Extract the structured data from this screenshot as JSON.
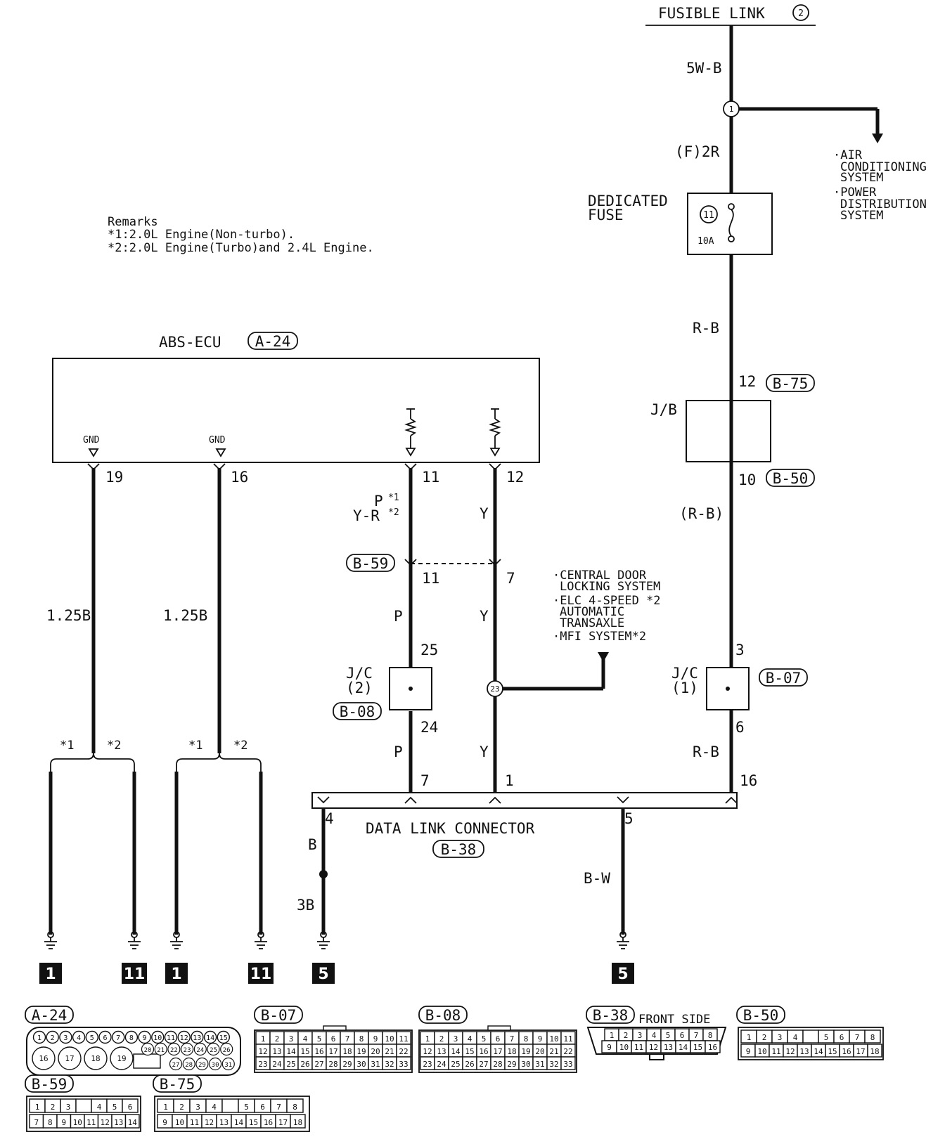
{
  "top": {
    "fusible_link": "FUSIBLE LINK",
    "fusible_link_num": "2"
  },
  "remarks": {
    "title": "Remarks",
    "line1": "*1:2.0L Engine(Non-turbo).",
    "line2": "*2:2.0L Engine(Turbo)and 2.4L Engine."
  },
  "ecu": {
    "name": "ABS-ECU",
    "connector": "A-24",
    "gnd": "GND"
  },
  "pins": {
    "p19": "19",
    "p16": "16",
    "p11": "11",
    "p12": "12",
    "b59_11": "11",
    "b59_7": "7",
    "jc2_25": "25",
    "jc2_24": "24",
    "dlc_7": "7",
    "dlc_1": "1",
    "dlc_4": "4",
    "dlc_5": "5",
    "dlc_16": "16",
    "jb_12": "12",
    "jb_10": "10",
    "jc1_3": "3",
    "jc1_6": "6",
    "splice_1": "1",
    "splice_23": "23"
  },
  "wires": {
    "w5wb": "5W-B",
    "f2r": "(F)2R",
    "rb1": "R-B",
    "rb2": "(R-B)",
    "rb3": "R-B",
    "g1": "1.25B",
    "g2": "1.25B",
    "p1": "P",
    "p_star1": "*1",
    "yr": "Y-R",
    "yr_star2": "*2",
    "y1": "Y",
    "p2": "P",
    "y2": "Y",
    "p3": "P",
    "y3": "Y",
    "b": "B",
    "b3": "3B",
    "bw": "B-W"
  },
  "fuse": {
    "label1": "DEDICATED",
    "label2": "FUSE",
    "num": "11",
    "amp": "10A"
  },
  "branch_fusible": {
    "l1": "·AIR",
    "l2": "CONDITIONING",
    "l3": "SYSTEM",
    "l4": "·POWER",
    "l5": "DISTRIBUTION",
    "l6": "SYSTEM"
  },
  "branch_splice": {
    "l1": "·CENTRAL DOOR",
    "l2": "LOCKING SYSTEM",
    "l3": "·ELC 4-SPEED *2",
    "l4": "AUTOMATIC",
    "l5": "TRANSAXLE",
    "l6": "·MFI SYSTEM*2"
  },
  "blocks": {
    "jb": "J/B",
    "jb_conn_top": "B-75",
    "jb_conn_bot": "B-50",
    "jc2_l1": "J/C",
    "jc2_l2": "(2)",
    "jc2_conn": "B-08",
    "jc1_l1": "J/C",
    "jc1_l2": "(1)",
    "jc1_conn": "B-07",
    "b59": "B-59",
    "dlc": "DATA LINK CONNECTOR",
    "dlc_conn": "B-38"
  },
  "grounds": {
    "star1": "*1",
    "star2": "*2",
    "g1": "1",
    "g2": "11",
    "g3": "1",
    "g4": "11",
    "g5": "5",
    "g6": "5"
  },
  "connectors": {
    "a24": "A-24",
    "b07": "B-07",
    "b08": "B-08",
    "b38": "B-38",
    "b38_side": "FRONT SIDE",
    "b50": "B-50",
    "b59": "B-59",
    "b75": "B-75",
    "a24_row1": [
      "1",
      "2",
      "3",
      "4",
      "5",
      "6",
      "7",
      "8",
      "9",
      "10",
      "11",
      "12",
      "13",
      "14",
      "15"
    ],
    "a24_row2": [
      "16",
      "17",
      "18",
      "19"
    ],
    "a24_row2b": [
      "20",
      "21",
      "22",
      "23",
      "24",
      "25",
      "26"
    ],
    "a24_row3": [
      "27",
      "28",
      "29",
      "30",
      "31"
    ],
    "b0708_row1": [
      "1",
      "2",
      "3",
      "4",
      "5",
      "6",
      "7",
      "8",
      "9",
      "10",
      "11"
    ],
    "b0708_row2": [
      "12",
      "13",
      "14",
      "15",
      "16",
      "17",
      "18",
      "19",
      "20",
      "21",
      "22"
    ],
    "b0708_row3": [
      "23",
      "24",
      "25",
      "26",
      "27",
      "28",
      "29",
      "30",
      "31",
      "32",
      "33"
    ],
    "b38_row1": [
      "1",
      "2",
      "3",
      "4",
      "5",
      "6",
      "7",
      "8"
    ],
    "b38_row2": [
      "9",
      "10",
      "11",
      "12",
      "13",
      "14",
      "15",
      "16"
    ],
    "b50_row1": [
      "1",
      "2",
      "3",
      "4",
      "",
      "5",
      "6",
      "7",
      "8"
    ],
    "b50_row2": [
      "9",
      "10",
      "11",
      "12",
      "13",
      "14",
      "15",
      "16",
      "17",
      "18"
    ],
    "b59_row1": [
      "1",
      "2",
      "3",
      "",
      "4",
      "5",
      "6"
    ],
    "b59_row2": [
      "7",
      "8",
      "9",
      "10",
      "11",
      "12",
      "13",
      "14"
    ],
    "b75_row1": [
      "1",
      "2",
      "3",
      "4",
      "",
      "5",
      "6",
      "7",
      "8"
    ],
    "b75_row2": [
      "9",
      "10",
      "11",
      "12",
      "13",
      "14",
      "15",
      "16",
      "17",
      "18"
    ]
  }
}
